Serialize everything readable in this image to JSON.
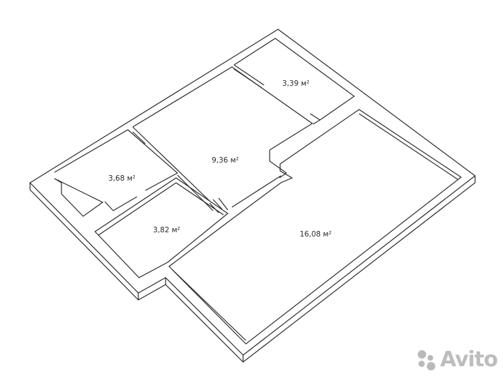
{
  "rooms": [
    {
      "id": "small-top-right",
      "area": "3,39 м²"
    },
    {
      "id": "center",
      "area": "9,36 м²"
    },
    {
      "id": "left",
      "area": "3,68 м²"
    },
    {
      "id": "bottom-left",
      "area": "3,82 м²"
    },
    {
      "id": "large",
      "area": "16,08 м²"
    }
  ],
  "watermark": {
    "brand": "Avito",
    "color": "#b9b9b9"
  },
  "colors": {
    "wall": "#2a2a2a",
    "background": "#ffffff"
  }
}
